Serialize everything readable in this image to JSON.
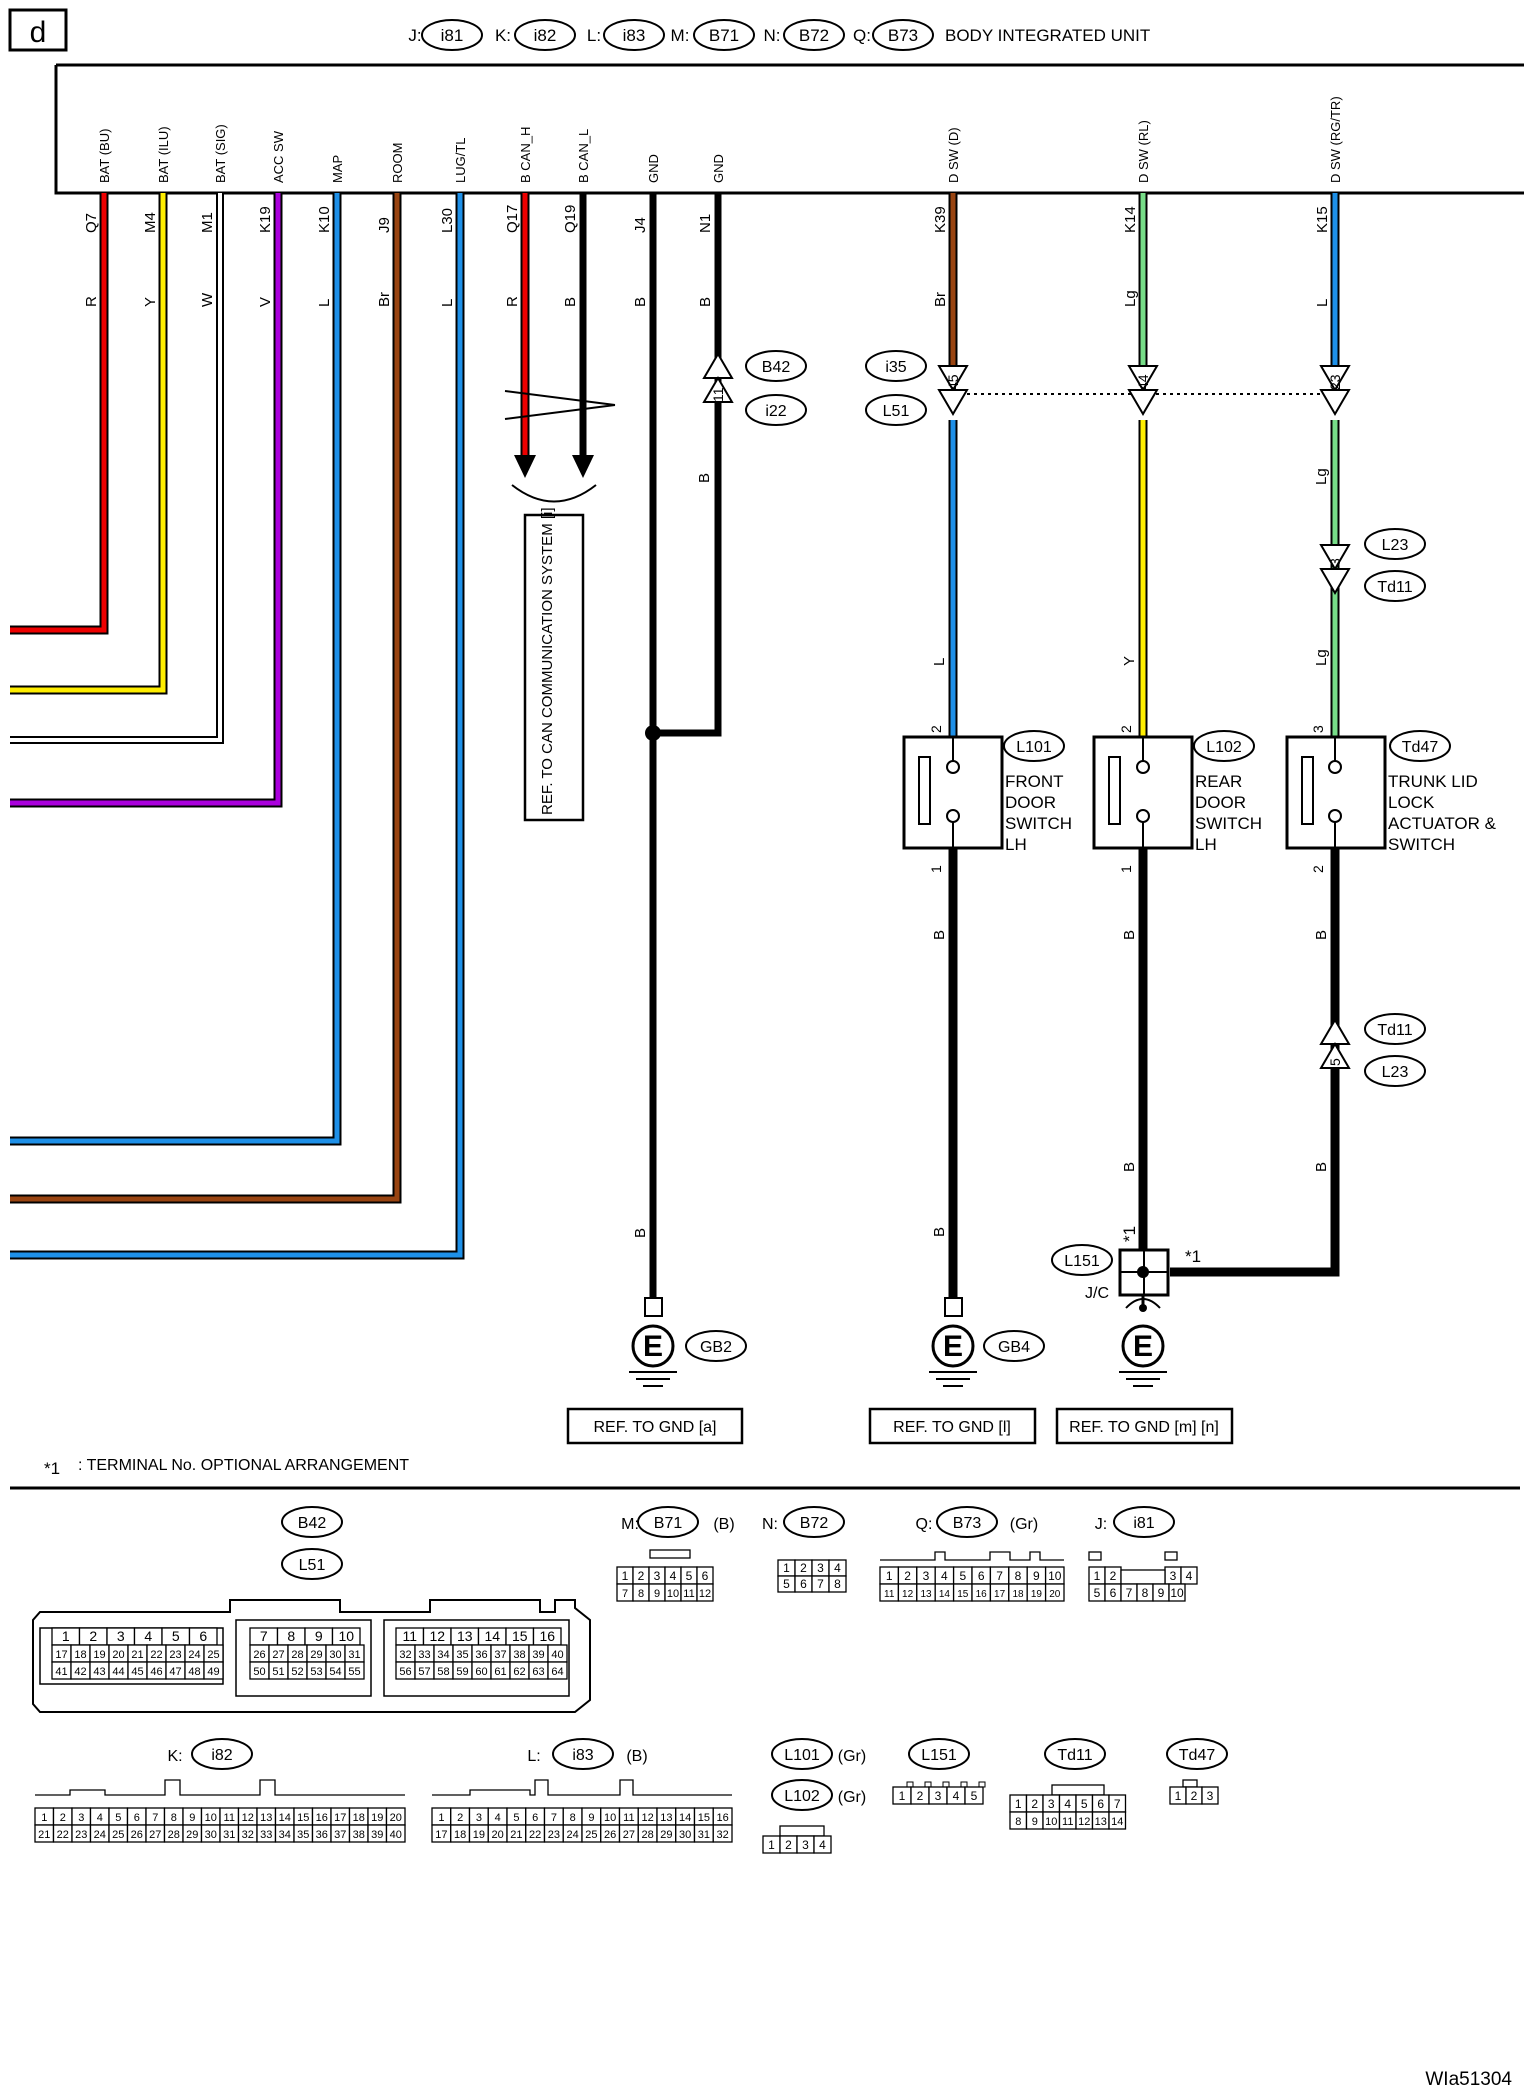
{
  "page": {
    "section_letter": "d",
    "figure_id": "WIa51304"
  },
  "header": {
    "connectors": [
      {
        "letter": "J:",
        "code": "i81"
      },
      {
        "letter": "K:",
        "code": "i82"
      },
      {
        "letter": "L:",
        "code": "i83"
      },
      {
        "letter": "M:",
        "code": "B71"
      },
      {
        "letter": "N:",
        "code": "B72"
      },
      {
        "letter": "Q:",
        "code": "B73"
      }
    ],
    "unit_name": "BODY INTEGRATED UNIT"
  },
  "unit_pins": [
    {
      "signal": "BAT (BU)",
      "terminal": "Q7",
      "color_code": "R",
      "wire_hex": "#ee0000"
    },
    {
      "signal": "BAT (ILU)",
      "terminal": "M4",
      "color_code": "Y",
      "wire_hex": "#ffee00"
    },
    {
      "signal": "BAT (SIG)",
      "terminal": "M1",
      "color_code": "W",
      "wire_hex": "#ffffff"
    },
    {
      "signal": "ACC SW",
      "terminal": "K19",
      "color_code": "V",
      "wire_hex": "#aa00dd"
    },
    {
      "signal": "MAP",
      "terminal": "K10",
      "color_code": "L",
      "wire_hex": "#1e90e8"
    },
    {
      "signal": "ROOM",
      "terminal": "J9",
      "color_code": "Br",
      "wire_hex": "#994411"
    },
    {
      "signal": "LUG/TL",
      "terminal": "L30",
      "color_code": "L",
      "wire_hex": "#1e90e8"
    },
    {
      "signal": "B CAN_H",
      "terminal": "Q17",
      "color_code": "R",
      "wire_hex": "#ee0000"
    },
    {
      "signal": "B CAN_L",
      "terminal": "Q19",
      "color_code": "B",
      "wire_hex": "#000000"
    },
    {
      "signal": "GND",
      "terminal": "J4",
      "color_code": "B",
      "wire_hex": "#000000"
    },
    {
      "signal": "GND",
      "terminal": "N1",
      "color_code": "B",
      "wire_hex": "#000000"
    },
    {
      "signal": "D SW (D)",
      "terminal": "K39",
      "color_code": "Br",
      "wire_hex": "#994411"
    },
    {
      "signal": "D SW (RL)",
      "terminal": "K14",
      "color_code": "Lg",
      "wire_hex": "#77dd88"
    },
    {
      "signal": "D SW (RG/TR)",
      "terminal": "K15",
      "color_code": "L",
      "wire_hex": "#1e90e8"
    }
  ],
  "junction_connectors": {
    "b42_i22": {
      "top": "B42",
      "bottom": "i22",
      "pin": "11"
    },
    "i35_l51": {
      "top": "i35",
      "bottom": "L51",
      "pins": [
        "45",
        "44",
        "23"
      ]
    },
    "l23_td11_top": {
      "top": "L23",
      "bottom": "Td11",
      "pin": "3"
    },
    "td11_l23_bottom": {
      "top": "Td11",
      "bottom": "L23",
      "pin": "5"
    }
  },
  "can_ref": "REF. TO CAN COMMUNICATION SYSTEM [i]",
  "wire_labels": {
    "gnd_n1_lower": "B",
    "gnd_j4_lower": "B",
    "l101_upper": "L",
    "l102_upper": "Y",
    "td47_upper1": "Lg",
    "td47_upper2": "Lg",
    "l101_lower1": "B",
    "l101_lower2": "B",
    "l102_lower1": "B",
    "l102_lower2": "B",
    "td47_lower1": "B",
    "td47_lower2": "B"
  },
  "components": [
    {
      "id": "L101",
      "name_lines": [
        "FRONT",
        "DOOR",
        "SWITCH",
        "LH"
      ],
      "pin_top": "2",
      "pin_bottom": "1"
    },
    {
      "id": "L102",
      "name_lines": [
        "REAR",
        "DOOR",
        "SWITCH",
        "LH"
      ],
      "pin_top": "2",
      "pin_bottom": "1"
    },
    {
      "id": "Td47",
      "name_lines": [
        "TRUNK LID",
        "LOCK",
        "ACTUATOR &",
        "SWITCH"
      ],
      "pin_top": "3",
      "pin_bottom": "2"
    }
  ],
  "joint_connector": {
    "id": "L151",
    "label": "J/C",
    "star": "*1"
  },
  "grounds": [
    {
      "symbol": "E",
      "id": "GB2",
      "ref": "REF. TO GND [a]"
    },
    {
      "symbol": "E",
      "id": "GB4",
      "ref": "REF. TO GND [l]"
    },
    {
      "symbol": "E",
      "id": "",
      "ref": "REF. TO GND [m] [n]"
    }
  ],
  "footnote": {
    "star": "*1",
    "text": ": TERMINAL No. OPTIONAL ARRANGEMENT"
  },
  "connector_views": {
    "b42_l51": {
      "codes": [
        "B42",
        "L51"
      ],
      "row1": [
        "1",
        "2",
        "3",
        "4",
        "5",
        "6",
        "7",
        "8",
        "9",
        "10",
        "11",
        "12",
        "13",
        "14",
        "15",
        "16"
      ],
      "row2": [
        "17",
        "18",
        "19",
        "20",
        "21",
        "22",
        "23",
        "24",
        "25",
        "26",
        "27",
        "28",
        "29",
        "30",
        "31",
        "32",
        "33",
        "34",
        "35",
        "36",
        "37",
        "38",
        "39",
        "40"
      ],
      "row3": [
        "41",
        "42",
        "43",
        "44",
        "45",
        "46",
        "47",
        "48",
        "49",
        "50",
        "51",
        "52",
        "53",
        "54",
        "55",
        "56",
        "57",
        "58",
        "59",
        "60",
        "61",
        "62",
        "63",
        "64"
      ]
    },
    "b71": {
      "letter": "M:",
      "code": "B71",
      "color": "(B)",
      "row1": [
        "1",
        "2",
        "3",
        "4",
        "5",
        "6"
      ],
      "row2": [
        "7",
        "8",
        "9",
        "10",
        "11",
        "12"
      ]
    },
    "b72": {
      "letter": "N:",
      "code": "B72",
      "row1": [
        "1",
        "2",
        "3",
        "4"
      ],
      "row2": [
        "5",
        "6",
        "7",
        "8"
      ]
    },
    "b73": {
      "letter": "Q:",
      "code": "B73",
      "color": "(Gr)",
      "row1": [
        "1",
        "2",
        "3",
        "4",
        "5",
        "6",
        "7",
        "8",
        "9",
        "10"
      ],
      "row2": [
        "11",
        "12",
        "13",
        "14",
        "15",
        "16",
        "17",
        "18",
        "19",
        "20"
      ]
    },
    "i81": {
      "letter": "J:",
      "code": "i81",
      "row1": [
        "1",
        "2",
        "3",
        "4"
      ],
      "row2": [
        "5",
        "6",
        "7",
        "8",
        "9",
        "10"
      ]
    },
    "i82": {
      "letter": "K:",
      "code": "i82",
      "row1": [
        "1",
        "2",
        "3",
        "4",
        "5",
        "6",
        "7",
        "8",
        "9",
        "10",
        "11",
        "12",
        "13",
        "14",
        "15",
        "16",
        "17",
        "18",
        "19",
        "20"
      ],
      "row2": [
        "21",
        "22",
        "23",
        "24",
        "25",
        "26",
        "27",
        "28",
        "29",
        "30",
        "31",
        "32",
        "33",
        "34",
        "35",
        "36",
        "37",
        "38",
        "39",
        "40"
      ]
    },
    "i83": {
      "letter": "L:",
      "code": "i83",
      "color": "(B)",
      "row1": [
        "1",
        "2",
        "3",
        "4",
        "5",
        "6",
        "7",
        "8",
        "9",
        "10",
        "11",
        "12",
        "13",
        "14",
        "15",
        "16"
      ],
      "row2": [
        "17",
        "18",
        "19",
        "20",
        "21",
        "22",
        "23",
        "24",
        "25",
        "26",
        "27",
        "28",
        "29",
        "30",
        "31",
        "32"
      ]
    },
    "l101_l102": {
      "codes": [
        "L101",
        "L102"
      ],
      "colors": [
        "(Gr)",
        "(Gr)"
      ],
      "row1": [
        "1",
        "2",
        "3",
        "4"
      ]
    },
    "l151": {
      "code": "L151",
      "row1": [
        "1",
        "2",
        "3",
        "4",
        "5"
      ]
    },
    "td11": {
      "code": "Td11",
      "row1": [
        "1",
        "2",
        "3",
        "4",
        "5",
        "6",
        "7"
      ],
      "row2": [
        "8",
        "9",
        "10",
        "11",
        "12",
        "13",
        "14"
      ]
    },
    "td47": {
      "code": "Td47",
      "row1": [
        "1",
        "2",
        "3"
      ]
    }
  },
  "colors": {
    "line": "#000000",
    "background": "#ffffff"
  }
}
